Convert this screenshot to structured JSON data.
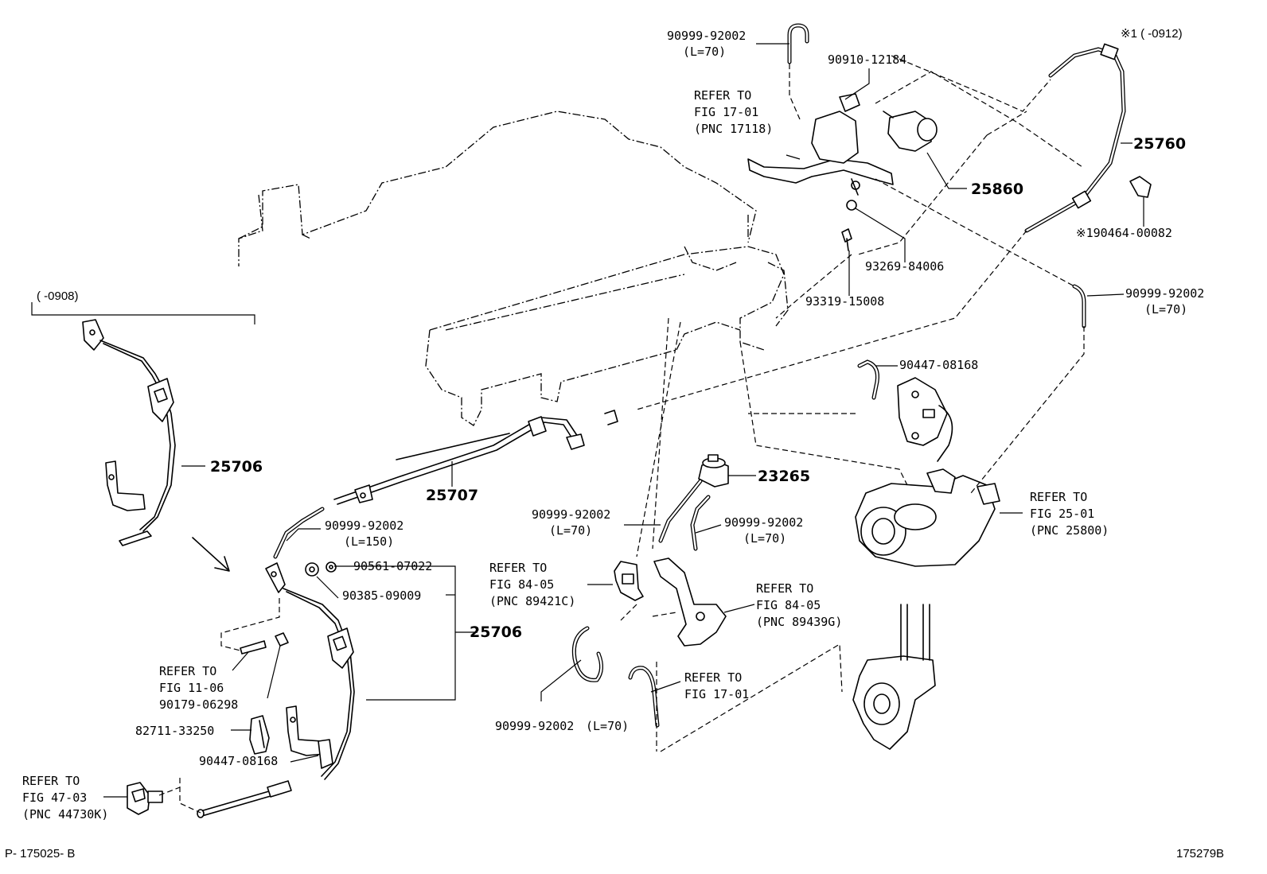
{
  "footer": {
    "left": "P- 175025- B",
    "right": "175279B"
  },
  "notes": {
    "top_right": "※1 (      -0912)",
    "left_bracket": "(      -0908)"
  },
  "labels": {
    "hose_top": "90999-92002",
    "hose_top_len": "(L=70)",
    "vsv_912": "90910-12184",
    "refer_17_01_a_1": "REFER TO",
    "refer_17_01_a_2": "FIG 17-01",
    "refer_17_01_a_3": "(PNC 17118)",
    "hose_25760": "25760",
    "vsv_25860": "25860",
    "clip_190464": "※190464-00082",
    "bolt_93269": "93269-84006",
    "bolt_93319": "93319-15008",
    "hose_right": "90999-92002",
    "hose_right_len": "(L=70)",
    "clip_90447_r": "90447-08168",
    "pipe_25706_a": "25706",
    "pipe_25707": "25707",
    "valve_23265": "23265",
    "hose_mid_l": "90999-92002",
    "hose_mid_l_len": "(L=70)",
    "hose_mid_r": "90999-92002",
    "hose_mid_r_len": "(L=70)",
    "refer_25_01_1": "REFER TO",
    "refer_25_01_2": "FIG 25-01",
    "refer_25_01_3": "(PNC 25800)",
    "hose_150": "90999-92002",
    "hose_150_len": "(L=150)",
    "nut_90561": "90561-07022",
    "grommet_90385": "90385-09009",
    "pipe_25706_b": "25706",
    "refer_84_05_a_1": "REFER TO",
    "refer_84_05_a_2": "FIG 84-05",
    "refer_84_05_a_3": "(PNC 89421C)",
    "refer_84_05_b_1": "REFER TO",
    "refer_84_05_b_2": "FIG 84-05",
    "refer_84_05_b_3": "(PNC 89439G)",
    "refer_11_06_1": "REFER TO",
    "refer_11_06_2": "FIG 11-06",
    "stud_90179": "90179-06298",
    "clamp_82711": "82711-33250",
    "clip_90447_l": "90447-08168",
    "refer_17_01_b_1": "REFER TO",
    "refer_17_01_b_2": "FIG 17-01",
    "hose_bottom": "90999-92002",
    "hose_bottom_len": "(L=70)",
    "refer_47_03_1": "REFER TO",
    "refer_47_03_2": "FIG 47-03",
    "refer_47_03_3": "(PNC 44730K)"
  }
}
